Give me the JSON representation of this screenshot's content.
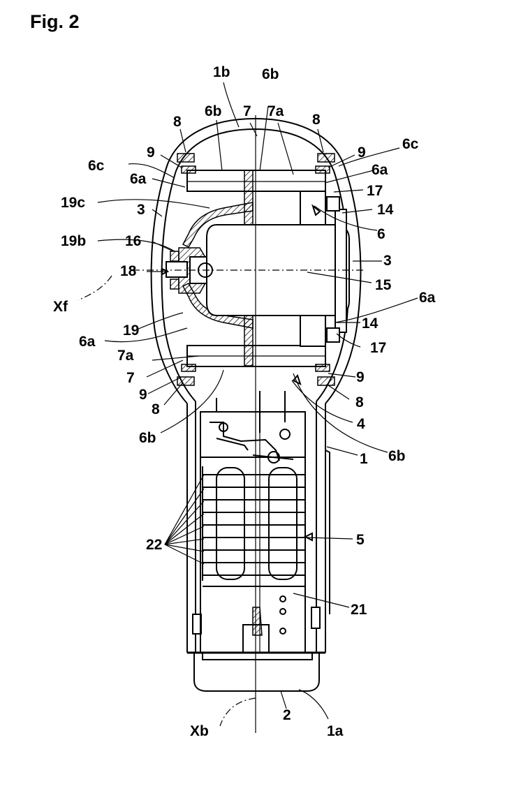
{
  "figure": {
    "title": "Fig. 2"
  },
  "labels": {
    "l_1b": "1b",
    "l_6b_top": "6b",
    "l_7_top": "7",
    "l_7a_top": "7a",
    "l_6b_left": "6b",
    "l_8_left_top": "8",
    "l_8_right_top": "8",
    "l_9_left_top": "9",
    "l_9_right_top": "9",
    "l_6c_left": "6c",
    "l_6c_right": "6c",
    "l_6a_left_top": "6a",
    "l_6a_right_top": "6a",
    "l_17_top": "17",
    "l_19c": "19c",
    "l_3_left": "3",
    "l_14_top": "14",
    "l_6_right": "6",
    "l_19b": "19b",
    "l_16": "16",
    "l_3_right": "3",
    "l_18": "18",
    "l_15": "15",
    "l_Xf": "Xf",
    "l_6a_right_bottom": "6a",
    "l_19": "19",
    "l_14_bottom": "14",
    "l_6a_left_bottom": "6a",
    "l_17_bottom": "17",
    "l_7a_bottom": "7a",
    "l_7_bottom": "7",
    "l_9_right_bottom": "9",
    "l_9_left_bottom": "9",
    "l_8_left_bottom": "8",
    "l_8_right_bottom": "8",
    "l_4": "4",
    "l_6b_bl": "6b",
    "l_6b_br": "6b",
    "l_1": "1",
    "l_22": "22",
    "l_5": "5",
    "l_21": "21",
    "l_2": "2",
    "l_Xb": "Xb",
    "l_1a": "1a"
  }
}
